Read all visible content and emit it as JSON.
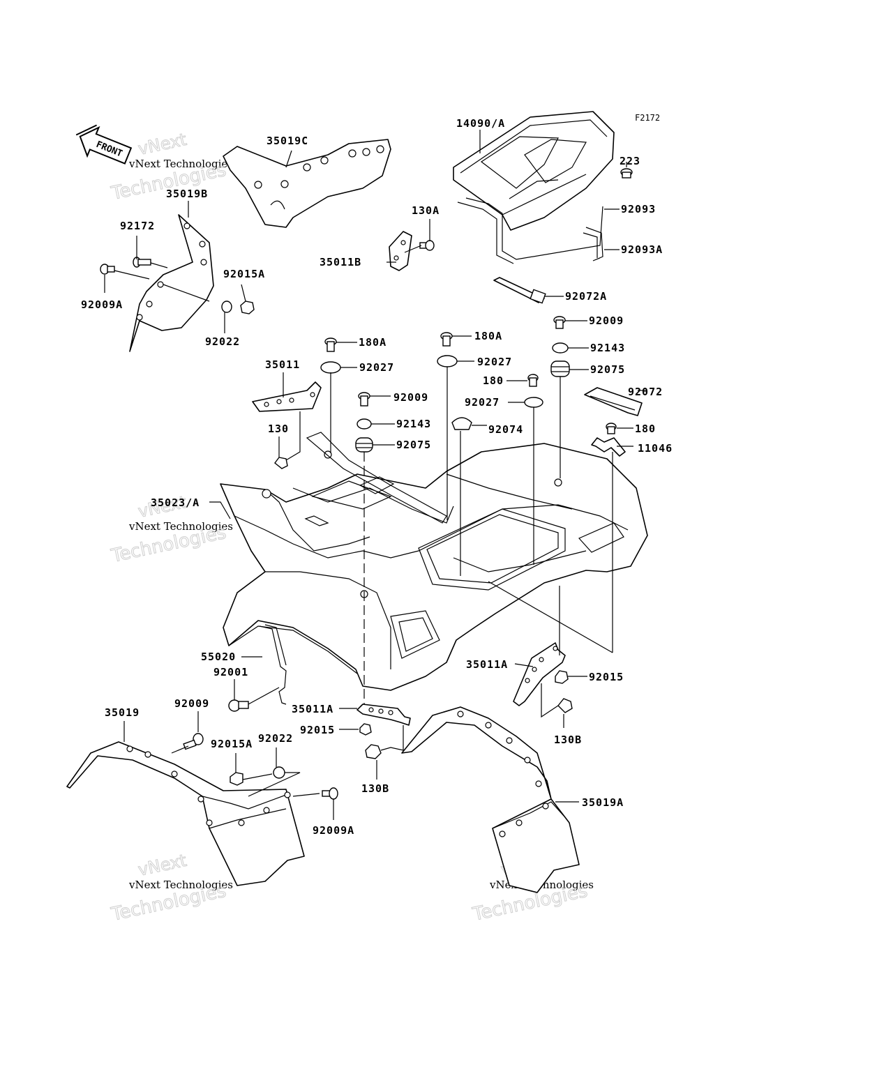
{
  "diagram": {
    "figure_code": "F2172",
    "front_arrow_label": "FRONT",
    "watermark": {
      "line1": "vNext Technologies",
      "line2": "vNext",
      "line3": "Technologies"
    },
    "labels": [
      {
        "id": "14090A",
        "text": "14090/A"
      },
      {
        "id": "223",
        "text": "223"
      },
      {
        "id": "92093",
        "text": "92093"
      },
      {
        "id": "92093A",
        "text": "92093A"
      },
      {
        "id": "92072A",
        "text": "92072A"
      },
      {
        "id": "35019C",
        "text": "35019C"
      },
      {
        "id": "35019B",
        "text": "35019B"
      },
      {
        "id": "92172",
        "text": "92172"
      },
      {
        "id": "92015A_top",
        "text": "92015A"
      },
      {
        "id": "92009A_top",
        "text": "92009A"
      },
      {
        "id": "92022_top",
        "text": "92022"
      },
      {
        "id": "130A",
        "text": "130A"
      },
      {
        "id": "35011B",
        "text": "35011B"
      },
      {
        "id": "180A_1",
        "text": "180A"
      },
      {
        "id": "180A_2",
        "text": "180A"
      },
      {
        "id": "92027_1",
        "text": "92027"
      },
      {
        "id": "92027_2",
        "text": "92027"
      },
      {
        "id": "92027_3",
        "text": "92027"
      },
      {
        "id": "92009_r",
        "text": "92009"
      },
      {
        "id": "92143_r",
        "text": "92143"
      },
      {
        "id": "92075_r",
        "text": "92075"
      },
      {
        "id": "180_1",
        "text": "180"
      },
      {
        "id": "92072",
        "text": "92072"
      },
      {
        "id": "180_2",
        "text": "180"
      },
      {
        "id": "11046",
        "text": "11046"
      },
      {
        "id": "92074",
        "text": "92074"
      },
      {
        "id": "35011",
        "text": "35011"
      },
      {
        "id": "92009_c",
        "text": "92009"
      },
      {
        "id": "92143_c",
        "text": "92143"
      },
      {
        "id": "92075_c",
        "text": "92075"
      },
      {
        "id": "130",
        "text": "130"
      },
      {
        "id": "35023A",
        "text": "35023/A"
      },
      {
        "id": "55020",
        "text": "55020"
      },
      {
        "id": "92001",
        "text": "92001"
      },
      {
        "id": "35011A_r",
        "text": "35011A"
      },
      {
        "id": "92015_r",
        "text": "92015"
      },
      {
        "id": "130B_r",
        "text": "130B"
      },
      {
        "id": "35019",
        "text": "35019"
      },
      {
        "id": "92009_b",
        "text": "92009"
      },
      {
        "id": "92015A_b",
        "text": "92015A"
      },
      {
        "id": "92022_b",
        "text": "92022"
      },
      {
        "id": "35011A_c",
        "text": "35011A"
      },
      {
        "id": "92015_c",
        "text": "92015"
      },
      {
        "id": "130B_c",
        "text": "130B"
      },
      {
        "id": "92009A_b",
        "text": "92009A"
      },
      {
        "id": "35019A",
        "text": "35019A"
      }
    ]
  }
}
